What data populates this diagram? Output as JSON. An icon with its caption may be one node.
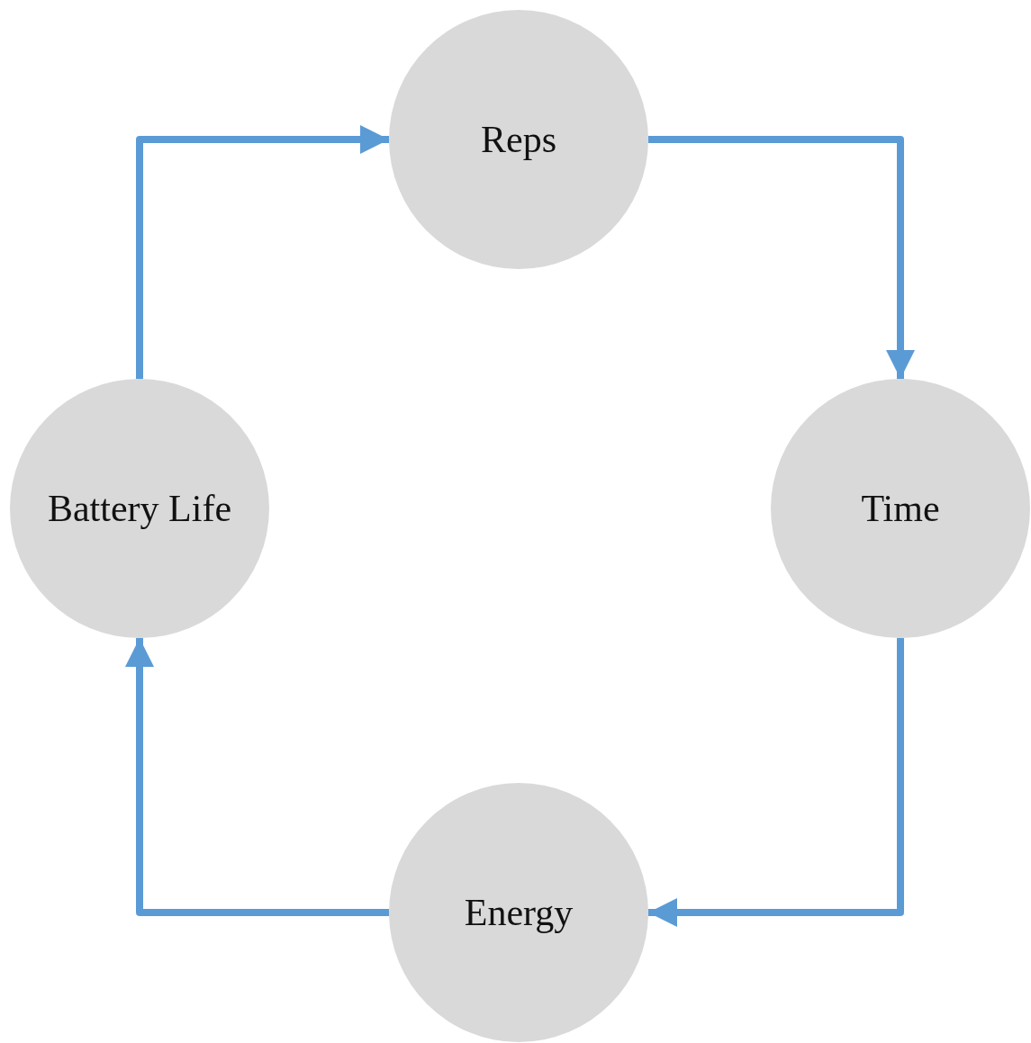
{
  "diagram": {
    "nodes": [
      {
        "text": [
          "Reps"
        ]
      },
      {
        "text": [
          "Battery Life"
        ]
      },
      {
        "text": [
          "Time"
        ]
      },
      {
        "text": [
          "Energy"
        ]
      }
    ],
    "edges": [
      {
        "from": 0,
        "to": 2,
        "arrow": "to"
      },
      {
        "from": 2,
        "to": 3,
        "arrow": "to"
      },
      {
        "from": 3,
        "to": 1,
        "arrow": "to"
      },
      {
        "from": 1,
        "to": 0,
        "arrow": "to"
      }
    ]
  }
}
